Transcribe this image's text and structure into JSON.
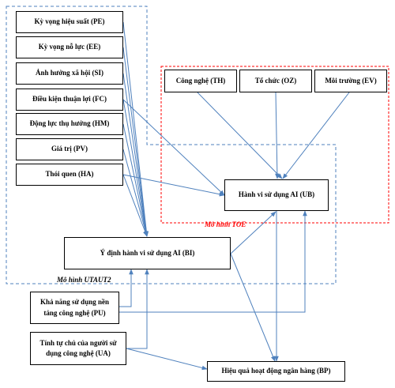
{
  "nodes": {
    "pe": "Kỳ vọng hiệu suất (PE)",
    "ee": "Kỳ vọng nỗ lực (EE)",
    "si": "Ảnh hưởng xã hội (SI)",
    "fc": "Điều kiện thuận lợi (FC)",
    "hm": "Động lực thụ hưởng (HM)",
    "pv": "Giá trị (PV)",
    "ha": "Thói quen (HA)",
    "th": "Công nghệ (TH)",
    "oz": "Tổ chức (OZ)",
    "ev": "Môi trường (EV)",
    "ub": "Hành vi sử dụng AI (UB)",
    "bi": "Ý định hành vi sử dụng AI (BI)",
    "pu": "Khả năng sử dụng nền tảng công nghệ (PU)",
    "ua": "Tính tự chủ của người sử dụng công nghệ (UA)",
    "bp": "Hiệu quả hoạt động ngân hàng (BP)"
  },
  "regions": {
    "utaut2": "Mô hình UTAUT2",
    "toe": "Mô hình TOE"
  },
  "colors": {
    "utaut2_border": "#4f81bd",
    "toe_border": "#ff0000",
    "toe_label": "#ff0000",
    "arrow": "#4f81bd"
  }
}
